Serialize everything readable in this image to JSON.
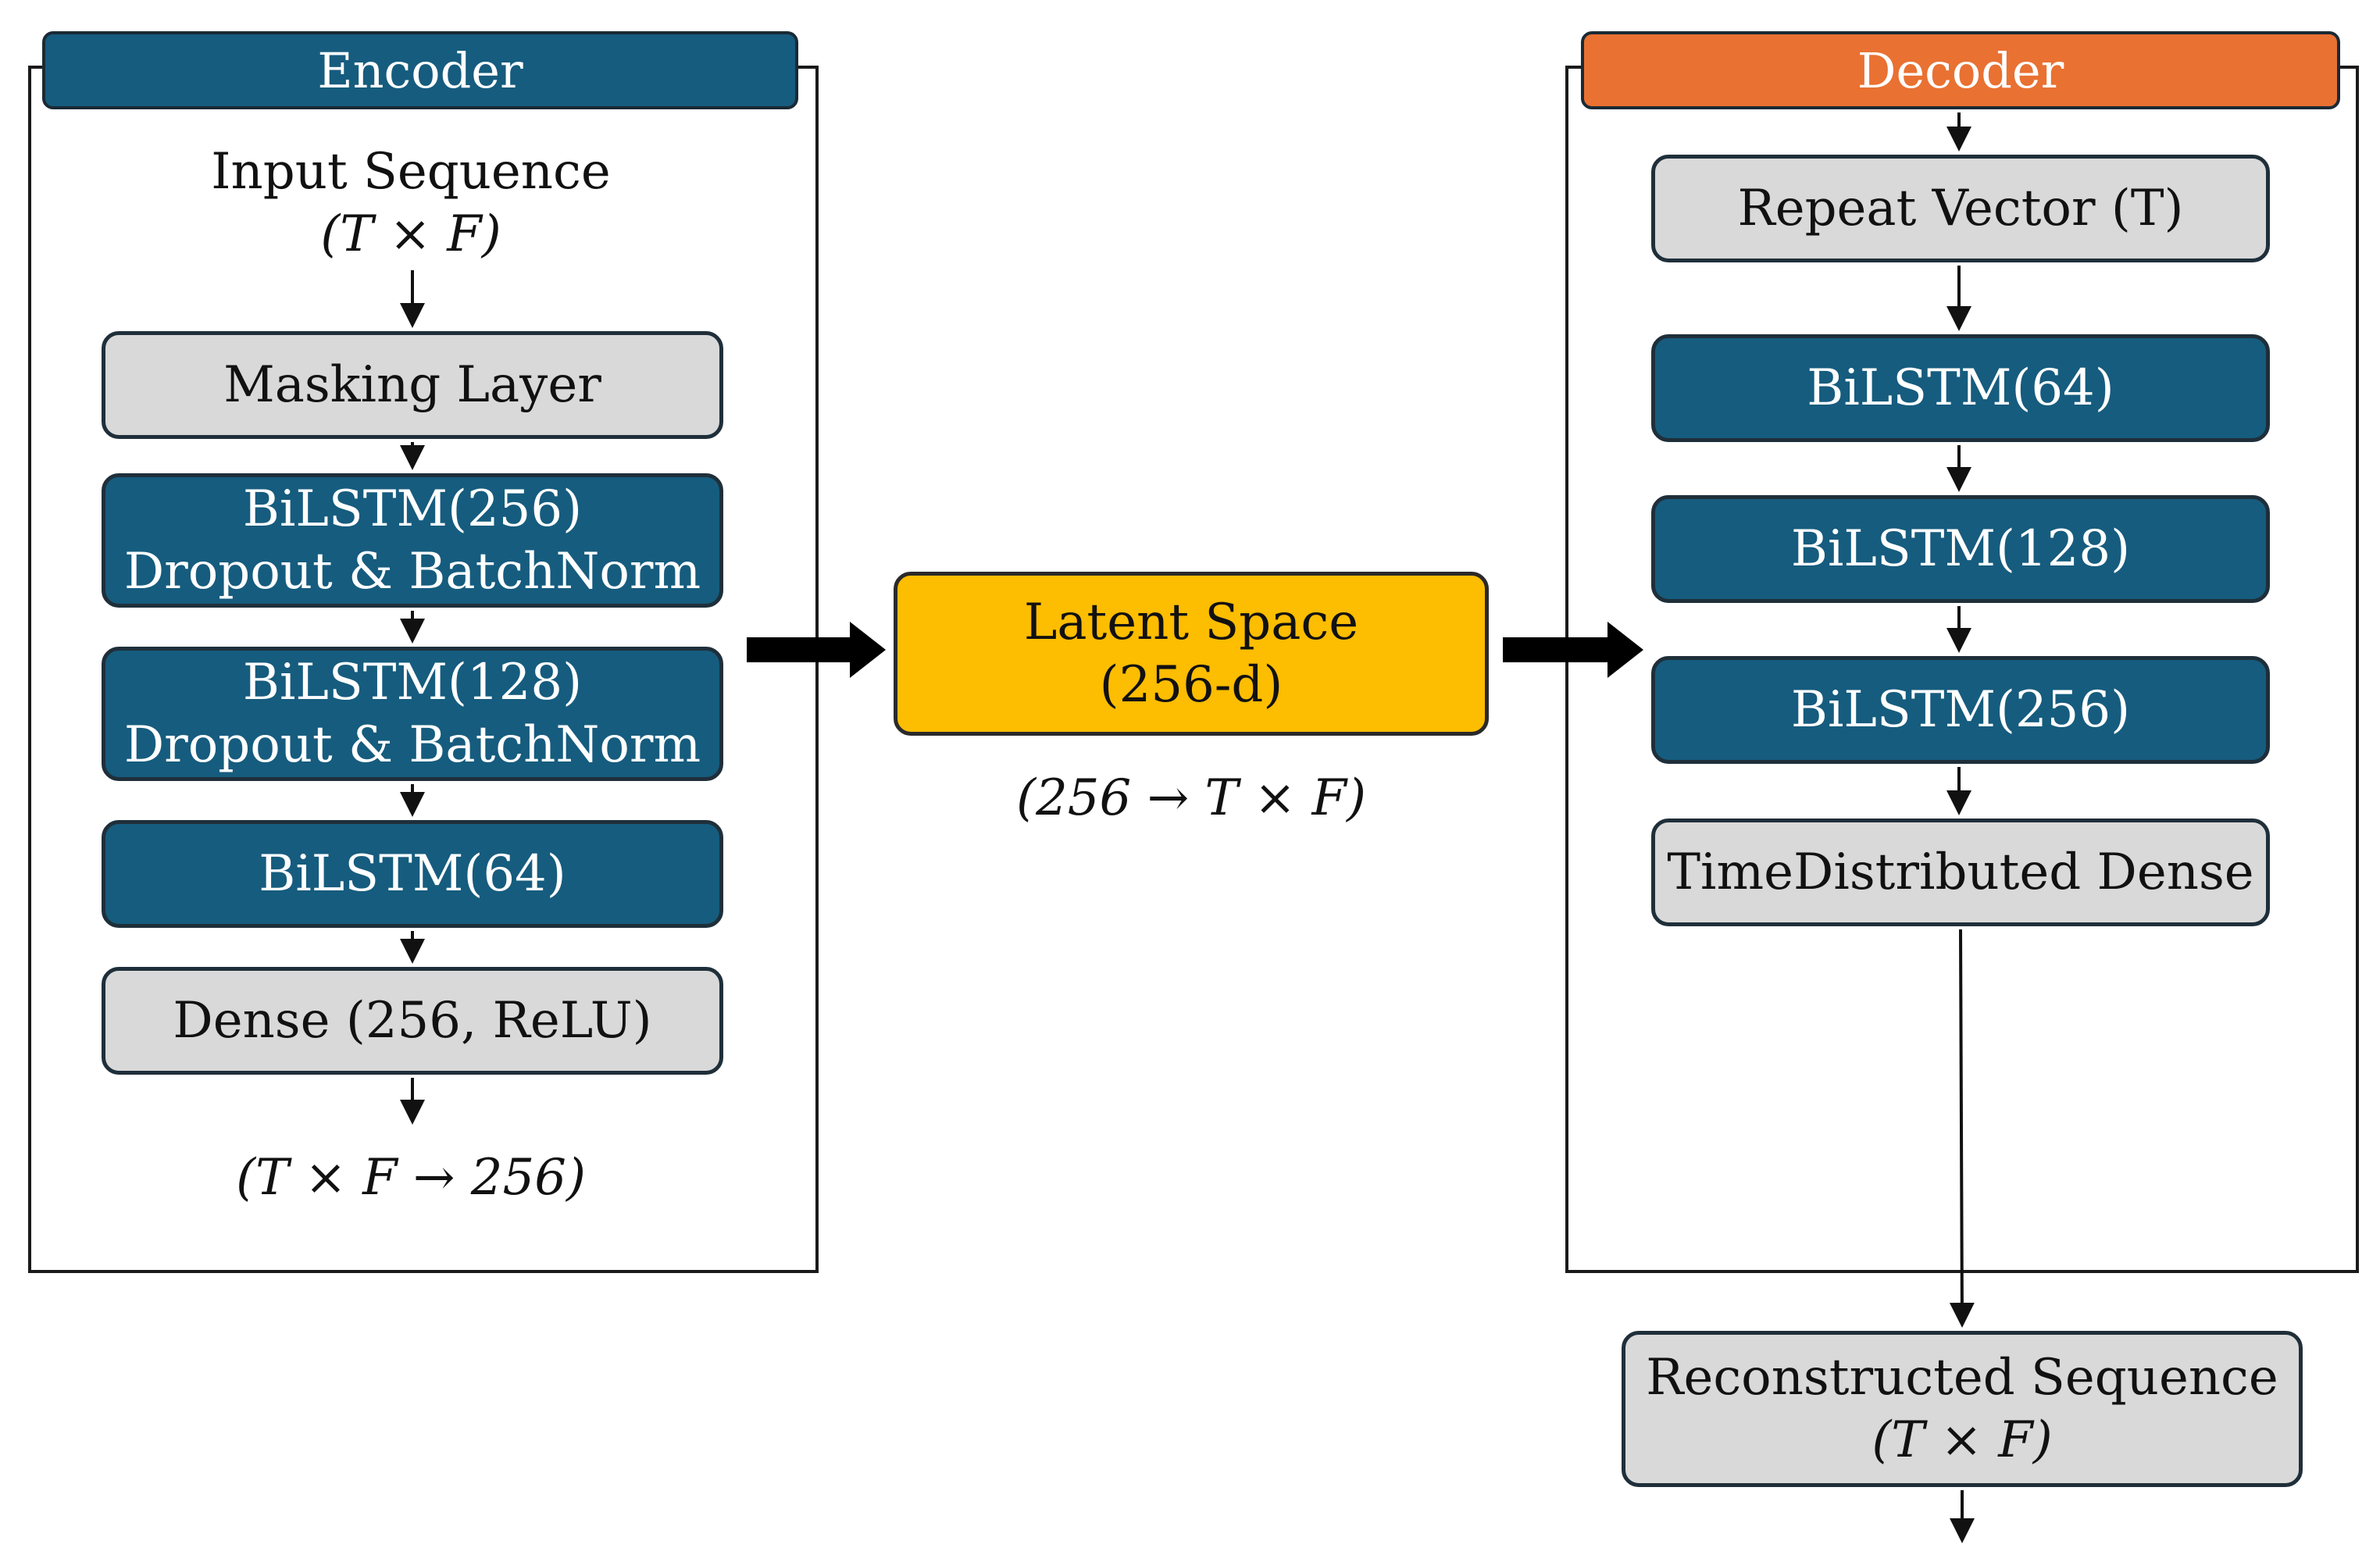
{
  "encoder": {
    "title": "Encoder",
    "input_label": [
      "Input Sequence",
      "(T × F)"
    ],
    "layers": [
      {
        "lines": [
          "Masking Layer"
        ],
        "style": "gray"
      },
      {
        "lines": [
          "BiLSTM(256)",
          "Dropout & BatchNorm"
        ],
        "style": "blue"
      },
      {
        "lines": [
          "BiLSTM(128)",
          "Dropout & BatchNorm"
        ],
        "style": "blue"
      },
      {
        "lines": [
          "BiLSTM(64)"
        ],
        "style": "blue"
      },
      {
        "lines": [
          "Dense (256, ReLU)"
        ],
        "style": "gray"
      }
    ],
    "output_label": "(T × F → 256)"
  },
  "latent": {
    "lines": [
      "Latent Space",
      "(256-d)"
    ],
    "caption": "(256 → T × F)"
  },
  "decoder": {
    "title": "Decoder",
    "layers": [
      {
        "lines": [
          "Repeat Vector (T)"
        ],
        "style": "gray"
      },
      {
        "lines": [
          "BiLSTM(64)"
        ],
        "style": "blue"
      },
      {
        "lines": [
          "BiLSTM(128)"
        ],
        "style": "blue"
      },
      {
        "lines": [
          "BiLSTM(256)"
        ],
        "style": "blue"
      },
      {
        "lines": [
          "TimeDistributed Dense"
        ],
        "style": "gray"
      }
    ],
    "output": [
      "Reconstructed Sequence",
      "(T × F)"
    ]
  },
  "colors": {
    "encoder_header": "#165c7e",
    "decoder_header": "#e97132",
    "layer_blue": "#165c7e",
    "layer_gray": "#d9d9d9",
    "latent": "#fdbd00"
  }
}
